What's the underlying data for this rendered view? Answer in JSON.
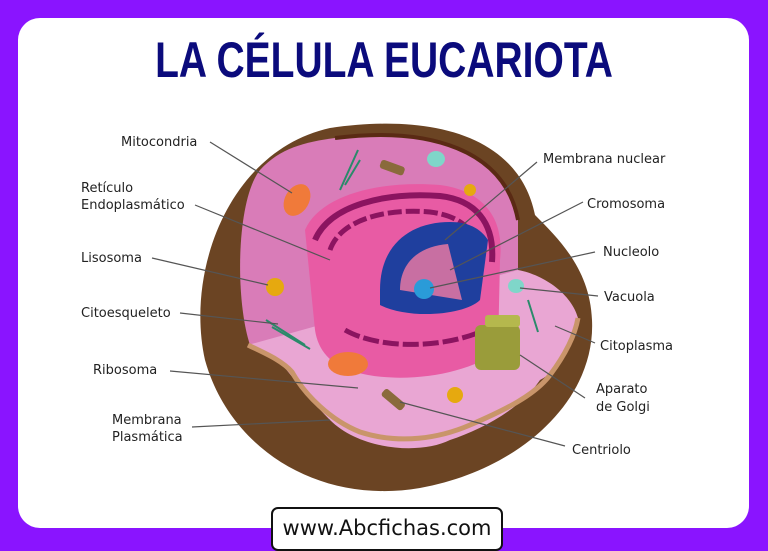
{
  "title": "LA CÉLULA EUCARIOTA",
  "footer": {
    "url": "www.Abcfichas.com"
  },
  "colors": {
    "background": "#8a14ff",
    "card": "#ffffff",
    "title": "#0b0b7c",
    "membrane": "#6b4423",
    "cytoplasm": "#e38bc4",
    "nucleus": "#1f3f9e",
    "nucleolus": "#2a9bd8",
    "er": "#8b1460",
    "golgi": "#9a9c3a",
    "mitochondria": "#f07a3a",
    "lysosome": "#e6a90f",
    "vacuole": "#7fd6c9"
  },
  "labels": {
    "left": [
      {
        "id": "mitocondria",
        "text": "Mitocondria"
      },
      {
        "id": "reticulo_1",
        "text": "Retículo"
      },
      {
        "id": "reticulo_2",
        "text": "Endoplasmático"
      },
      {
        "id": "lisosoma",
        "text": "Lisosoma"
      },
      {
        "id": "citoesqueleto",
        "text": "Citoesqueleto"
      },
      {
        "id": "ribosoma",
        "text": "Ribosoma"
      },
      {
        "id": "membrana_plasmatica_1",
        "text": "Membrana"
      },
      {
        "id": "membrana_plasmatica_2",
        "text": "Plasmática"
      }
    ],
    "right": [
      {
        "id": "membrana_nuclear",
        "text": "Membrana nuclear"
      },
      {
        "id": "cromosoma",
        "text": "Cromosoma"
      },
      {
        "id": "nucleolo",
        "text": "Nucleolo"
      },
      {
        "id": "vacuola",
        "text": "Vacuola"
      },
      {
        "id": "citoplasma",
        "text": "Citoplasma"
      },
      {
        "id": "golgi_1",
        "text": "Aparato"
      },
      {
        "id": "golgi_2",
        "text": "de Golgi"
      },
      {
        "id": "centriolo",
        "text": "Centriolo"
      }
    ]
  }
}
